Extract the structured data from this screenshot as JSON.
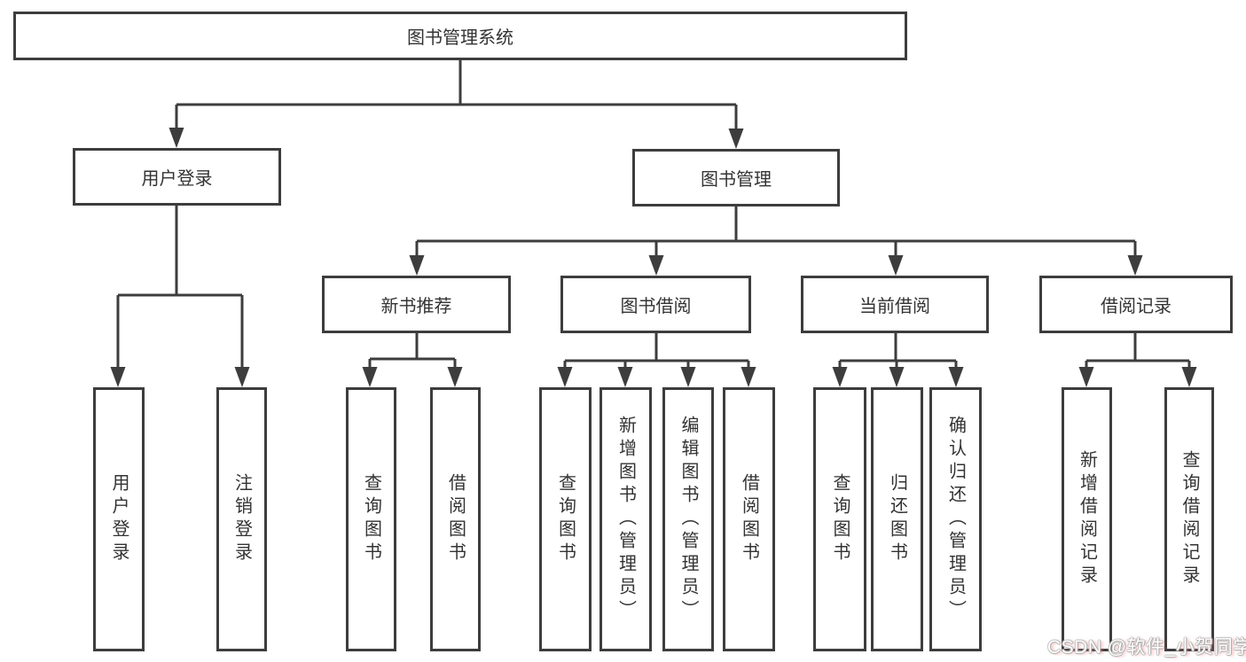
{
  "diagram": {
    "type": "hierarchy-tree",
    "root": {
      "label": "图书管理系统"
    },
    "branches": [
      {
        "label": "用户登录",
        "children": [
          "用户登录",
          "注销登录"
        ]
      },
      {
        "label": "图书管理",
        "children": [
          {
            "label": "新书推荐",
            "children": [
              "查询图书",
              "借阅图书"
            ]
          },
          {
            "label": "图书借阅",
            "children": [
              "查询图书",
              "新增图书（管理员）",
              "编辑图书（管理员）",
              "借阅图书"
            ]
          },
          {
            "label": "当前借阅",
            "children": [
              "查询图书",
              "归还图书",
              "确认归还（管理员）"
            ]
          },
          {
            "label": "借阅记录",
            "children": [
              "新增借阅记录",
              "查询借阅记录"
            ]
          }
        ]
      }
    ],
    "colors": {
      "background": "#ffffff",
      "line": "#3d3d3d",
      "text": "#333333",
      "watermark_text": "#ffffff",
      "watermark_tint": "#fc6b6b"
    }
  },
  "watermark": {
    "text": "CSDN @软件_小贺同学"
  }
}
